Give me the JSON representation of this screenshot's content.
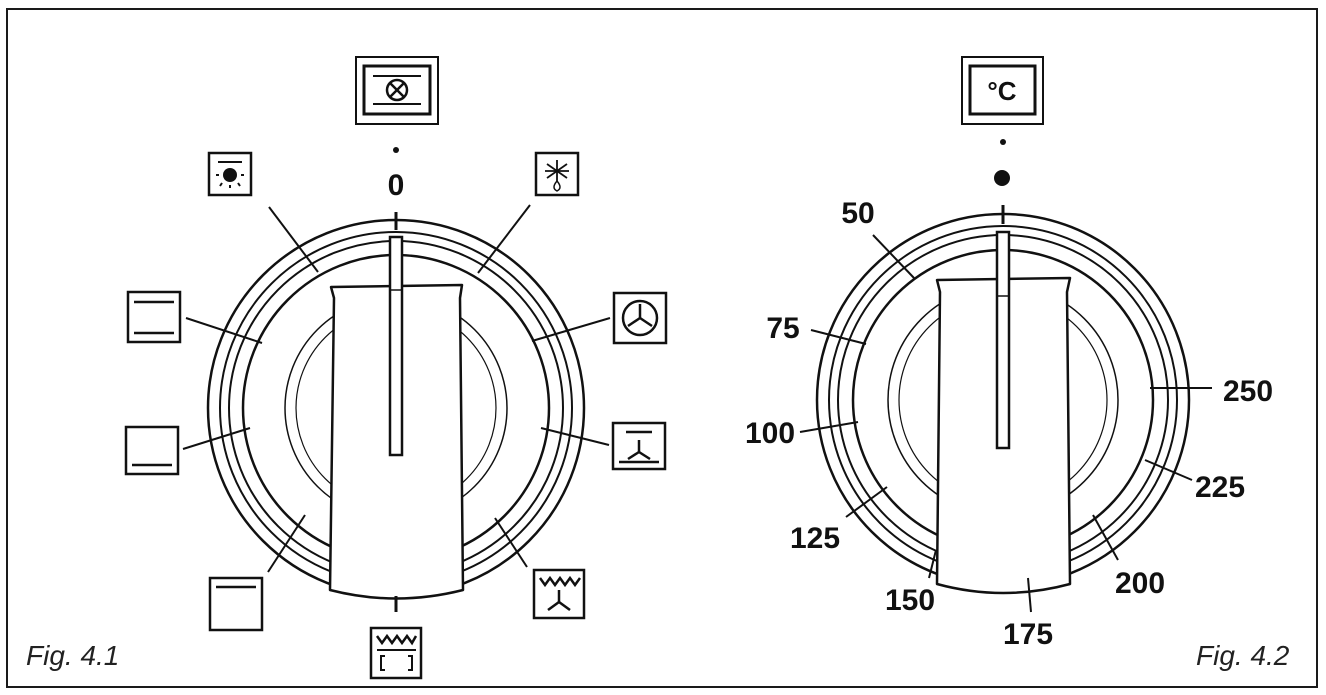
{
  "figures": [
    {
      "caption": "Fig. 4.1",
      "zero_label": "0",
      "settings": [
        {
          "icon": "fan-off-icon"
        },
        {
          "icon": "oven-light-icon"
        },
        {
          "icon": "defrost-icon"
        },
        {
          "icon": "fan-oven-icon"
        },
        {
          "icon": "fan-bottom-heat-icon"
        },
        {
          "icon": "fan-grill-icon"
        },
        {
          "icon": "full-grill-icon"
        },
        {
          "icon": "bottom-heat-icon"
        },
        {
          "icon": "top-bottom-heat-icon"
        },
        {
          "icon": "top-heat-icon"
        }
      ]
    },
    {
      "caption": "Fig. 4.2",
      "unit_icon": "celsius-icon",
      "unit_icon_text": "°C",
      "temperatures": [
        "50",
        "75",
        "100",
        "125",
        "150",
        "175",
        "200",
        "225",
        "250"
      ]
    }
  ]
}
